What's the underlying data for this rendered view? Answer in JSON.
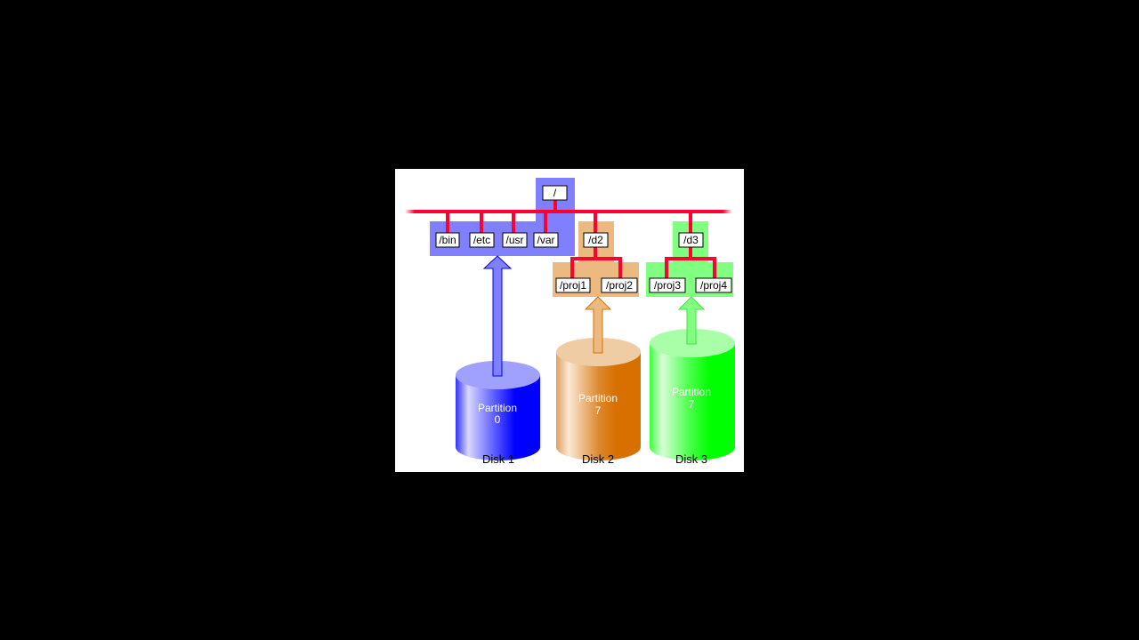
{
  "tree": {
    "root": "/",
    "disk1_dirs": [
      "/bin",
      "/etc",
      "/usr",
      "/var"
    ],
    "d2": "/d2",
    "d2_children": [
      "/proj1",
      "/proj2"
    ],
    "d3": "/d3",
    "d3_children": [
      "/proj3",
      "/proj4"
    ]
  },
  "disks": [
    {
      "label": "Disk 1",
      "partition_label": "Partition",
      "partition_number": "0",
      "color": "#0000ff"
    },
    {
      "label": "Disk 2",
      "partition_label": "Partition",
      "partition_number": "7",
      "color": "#d87000"
    },
    {
      "label": "Disk 3",
      "partition_label": "Partition",
      "partition_number": "7",
      "color": "#00ff00"
    }
  ],
  "colors": {
    "link": "#ff0033",
    "blue_region": "#8080ff",
    "orange_region": "#ecba80",
    "green_region": "#80ff80"
  }
}
